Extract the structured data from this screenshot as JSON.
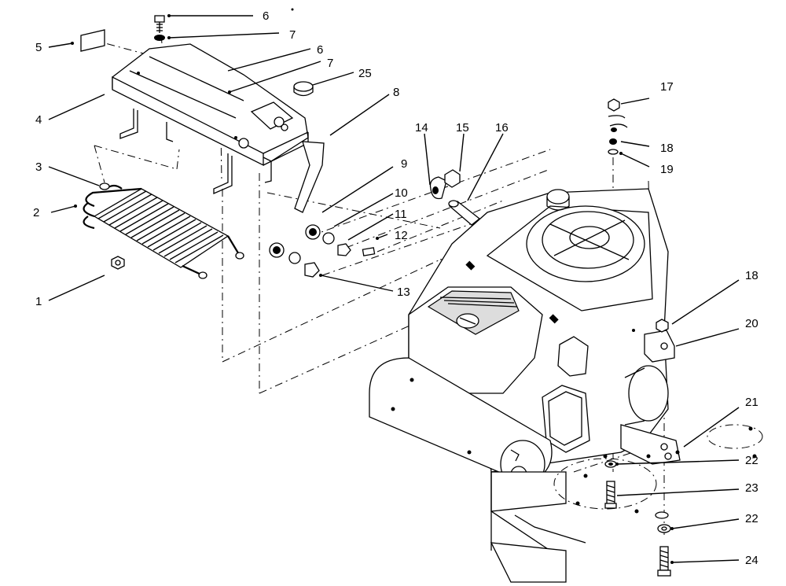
{
  "callouts": [
    {
      "id": "c1",
      "label": "1"
    },
    {
      "id": "c2",
      "label": "2"
    },
    {
      "id": "c3",
      "label": "3"
    },
    {
      "id": "c4",
      "label": "4"
    },
    {
      "id": "c5",
      "label": "5"
    },
    {
      "id": "c6a",
      "label": "6"
    },
    {
      "id": "c6b",
      "label": "6"
    },
    {
      "id": "c7a",
      "label": "7"
    },
    {
      "id": "c7b",
      "label": "7"
    },
    {
      "id": "c8",
      "label": "8"
    },
    {
      "id": "c9",
      "label": "9"
    },
    {
      "id": "c10",
      "label": "10"
    },
    {
      "id": "c11",
      "label": "11"
    },
    {
      "id": "c12",
      "label": "12"
    },
    {
      "id": "c13",
      "label": "13"
    },
    {
      "id": "c14",
      "label": "14"
    },
    {
      "id": "c15",
      "label": "15"
    },
    {
      "id": "c16",
      "label": "16"
    },
    {
      "id": "c17",
      "label": "17"
    },
    {
      "id": "c18a",
      "label": "18"
    },
    {
      "id": "c18b",
      "label": "18"
    },
    {
      "id": "c19",
      "label": "19"
    },
    {
      "id": "c20",
      "label": "20"
    },
    {
      "id": "c21",
      "label": "21"
    },
    {
      "id": "c22a",
      "label": "22"
    },
    {
      "id": "c22b",
      "label": "22"
    },
    {
      "id": "c23",
      "label": "23"
    },
    {
      "id": "c24",
      "label": "24"
    },
    {
      "id": "c25",
      "label": "25"
    }
  ]
}
